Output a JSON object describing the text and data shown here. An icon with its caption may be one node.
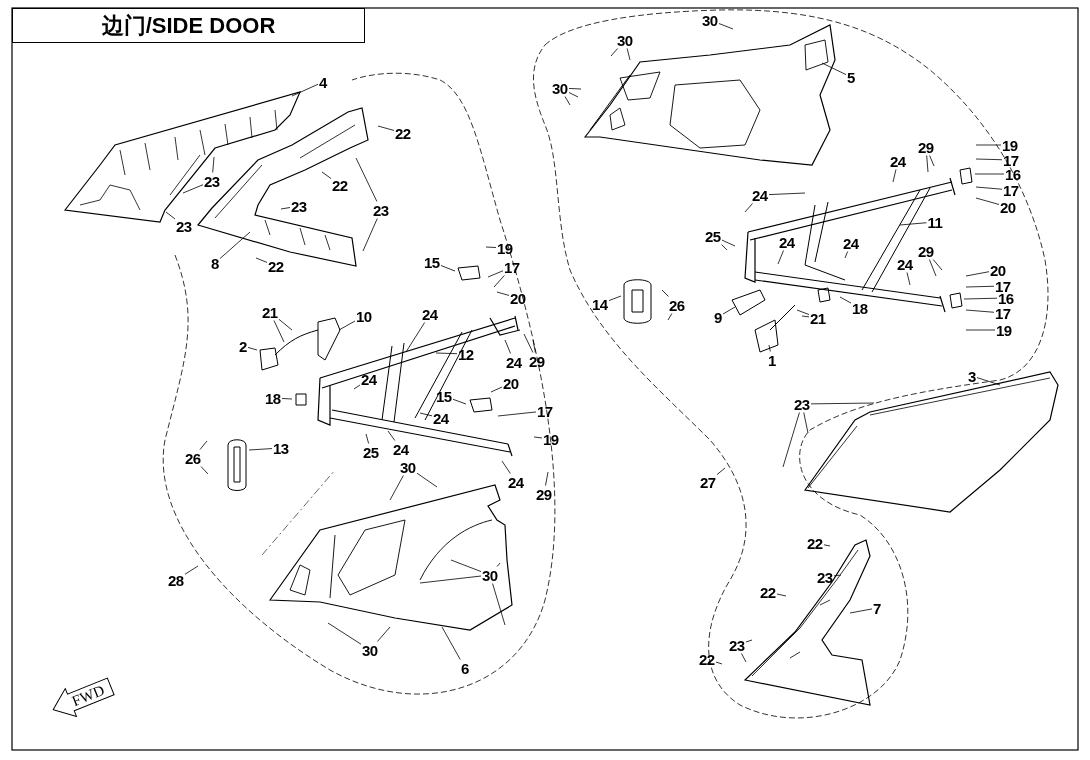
{
  "diagram": {
    "title": "边门/SIDE DOOR",
    "nodes": [
      {
        "text": [
          "4"
        ]
      },
      {
        "text": [
          "22"
        ]
      },
      {
        "text": [
          "23"
        ]
      },
      {
        "text": [
          "22"
        ]
      },
      {
        "text": [
          "23"
        ]
      },
      {
        "text": [
          "23"
        ]
      },
      {
        "text": [
          "23"
        ]
      },
      {
        "text": [
          "8"
        ]
      },
      {
        "text": [
          "22"
        ]
      },
      {
        "text": [
          "19"
        ]
      },
      {
        "text": [
          "15"
        ]
      },
      {
        "text": [
          "17"
        ]
      },
      {
        "text": [
          "20"
        ]
      },
      {
        "text": [
          "21"
        ]
      },
      {
        "text": [
          "10"
        ]
      },
      {
        "text": [
          "24"
        ]
      },
      {
        "text": [
          "2"
        ]
      },
      {
        "text": [
          "12"
        ]
      },
      {
        "text": [
          "24"
        ]
      },
      {
        "text": [
          "29"
        ]
      },
      {
        "text": [
          "24"
        ]
      },
      {
        "text": [
          "18"
        ]
      },
      {
        "text": [
          "20"
        ]
      },
      {
        "text": [
          "15"
        ]
      },
      {
        "text": [
          "17"
        ]
      },
      {
        "text": [
          "24"
        ]
      },
      {
        "text": [
          "19"
        ]
      },
      {
        "text": [
          "13"
        ]
      },
      {
        "text": [
          "26"
        ]
      },
      {
        "text": [
          "25"
        ]
      },
      {
        "text": [
          "24"
        ]
      },
      {
        "text": [
          "24"
        ]
      },
      {
        "text": [
          "29"
        ]
      },
      {
        "text": [
          "30"
        ]
      },
      {
        "text": [
          "28"
        ]
      },
      {
        "text": [
          "30"
        ]
      },
      {
        "text": [
          "30"
        ]
      },
      {
        "text": [
          "6"
        ]
      },
      {
        "text": [
          "30"
        ]
      },
      {
        "text": [
          "30"
        ]
      },
      {
        "text": [
          "5"
        ]
      },
      {
        "text": [
          "30"
        ]
      },
      {
        "text": [
          "24"
        ]
      },
      {
        "text": [
          "29"
        ]
      },
      {
        "text": [
          "19"
        ]
      },
      {
        "text": [
          "17"
        ]
      },
      {
        "text": [
          "16"
        ]
      },
      {
        "text": [
          "17"
        ]
      },
      {
        "text": [
          "20"
        ]
      },
      {
        "text": [
          "24"
        ]
      },
      {
        "text": [
          "11"
        ]
      },
      {
        "text": [
          "25"
        ]
      },
      {
        "text": [
          "24"
        ]
      },
      {
        "text": [
          "24"
        ]
      },
      {
        "text": [
          "24"
        ]
      },
      {
        "text": [
          "29"
        ]
      },
      {
        "text": [
          "20"
        ]
      },
      {
        "text": [
          "17"
        ]
      },
      {
        "text": [
          "16"
        ]
      },
      {
        "text": [
          "17"
        ]
      },
      {
        "text": [
          "19"
        ]
      },
      {
        "text": [
          "14"
        ]
      },
      {
        "text": [
          "26"
        ]
      },
      {
        "text": [
          "18"
        ]
      },
      {
        "text": [
          "9"
        ]
      },
      {
        "text": [
          "21"
        ]
      },
      {
        "text": [
          "1"
        ]
      },
      {
        "text": [
          "3"
        ]
      },
      {
        "text": [
          "23"
        ]
      },
      {
        "text": [
          "27"
        ]
      },
      {
        "text": [
          "22"
        ]
      },
      {
        "text": [
          "23"
        ]
      },
      {
        "text": [
          "22"
        ]
      },
      {
        "text": [
          "7"
        ]
      },
      {
        "text": [
          "23"
        ]
      },
      {
        "text": [
          "22"
        ]
      },
      {
        "text": [
          "FWD"
        ]
      }
    ],
    "edges": [
      {
        "from": 0,
        "to": null,
        "arrow": "none"
      },
      {
        "from": 1,
        "to": null,
        "arrow": "none"
      },
      {
        "from": 2,
        "to": null,
        "arrow": "none"
      },
      {
        "from": 2,
        "to": null,
        "arrow": "none"
      },
      {
        "from": 3,
        "to": null,
        "arrow": "none"
      },
      {
        "from": 4,
        "to": null,
        "arrow": "none"
      },
      {
        "from": 4,
        "to": null,
        "arrow": "none"
      },
      {
        "from": 5,
        "to": null,
        "arrow": "none"
      },
      {
        "from": 6,
        "to": null,
        "arrow": "none"
      },
      {
        "from": 7,
        "to": null,
        "arrow": "none"
      },
      {
        "from": 8,
        "to": null,
        "arrow": "none"
      },
      {
        "from": 9,
        "to": null,
        "arrow": "none"
      },
      {
        "from": 10,
        "to": null,
        "arrow": "none"
      },
      {
        "from": 11,
        "to": null,
        "arrow": "none"
      },
      {
        "from": 11,
        "to": null,
        "arrow": "none"
      },
      {
        "from": 12,
        "to": null,
        "arrow": "none"
      },
      {
        "from": 13,
        "to": null,
        "arrow": "none"
      },
      {
        "from": 13,
        "to": null,
        "arrow": "none"
      },
      {
        "from": 14,
        "to": null,
        "arrow": "none"
      },
      {
        "from": 15,
        "to": null,
        "arrow": "none"
      },
      {
        "from": 16,
        "to": null,
        "arrow": "none"
      },
      {
        "from": 17,
        "to": null,
        "arrow": "none"
      },
      {
        "from": 18,
        "to": null,
        "arrow": "none"
      },
      {
        "from": 19,
        "to": null,
        "arrow": "none"
      },
      {
        "from": 19,
        "to": null,
        "arrow": "none"
      },
      {
        "from": 20,
        "to": null,
        "arrow": "none"
      },
      {
        "from": 21,
        "to": null,
        "arrow": "none"
      },
      {
        "from": 22,
        "to": null,
        "arrow": "none"
      },
      {
        "from": 23,
        "to": null,
        "arrow": "none"
      },
      {
        "from": 24,
        "to": null,
        "arrow": "none"
      },
      {
        "from": 25,
        "to": null,
        "arrow": "none"
      },
      {
        "from": 26,
        "to": null,
        "arrow": "none"
      },
      {
        "from": 27,
        "to": null,
        "arrow": "none"
      },
      {
        "from": 28,
        "to": null,
        "arrow": "none"
      },
      {
        "from": 28,
        "to": null,
        "arrow": "none"
      },
      {
        "from": 29,
        "to": null,
        "arrow": "none"
      },
      {
        "from": 30,
        "to": null,
        "arrow": "none"
      },
      {
        "from": 31,
        "to": null,
        "arrow": "none"
      },
      {
        "from": 32,
        "to": null,
        "arrow": "none"
      },
      {
        "from": 33,
        "to": null,
        "arrow": "none"
      },
      {
        "from": 33,
        "to": null,
        "arrow": "none"
      },
      {
        "from": 34,
        "to": null,
        "arrow": "none"
      },
      {
        "from": 35,
        "to": null,
        "arrow": "none"
      },
      {
        "from": 35,
        "to": null,
        "arrow": "none"
      },
      {
        "from": 35,
        "to": null,
        "arrow": "none"
      },
      {
        "from": 35,
        "to": null,
        "arrow": "none"
      },
      {
        "from": 36,
        "to": null,
        "arrow": "none"
      },
      {
        "from": 36,
        "to": null,
        "arrow": "none"
      },
      {
        "from": 37,
        "to": null,
        "arrow": "none"
      },
      {
        "from": 38,
        "to": null,
        "arrow": "none"
      },
      {
        "from": 39,
        "to": null,
        "arrow": "none"
      },
      {
        "from": 39,
        "to": null,
        "arrow": "none"
      },
      {
        "from": 40,
        "to": null,
        "arrow": "none"
      },
      {
        "from": 41,
        "to": null,
        "arrow": "none"
      },
      {
        "from": 41,
        "to": null,
        "arrow": "none"
      },
      {
        "from": 41,
        "to": null,
        "arrow": "none"
      },
      {
        "from": 42,
        "to": null,
        "arrow": "none"
      },
      {
        "from": 43,
        "to": null,
        "arrow": "none"
      },
      {
        "from": 43,
        "to": null,
        "arrow": "none"
      },
      {
        "from": 44,
        "to": null,
        "arrow": "none"
      },
      {
        "from": 45,
        "to": null,
        "arrow": "none"
      },
      {
        "from": 46,
        "to": null,
        "arrow": "none"
      },
      {
        "from": 47,
        "to": null,
        "arrow": "none"
      },
      {
        "from": 48,
        "to": null,
        "arrow": "none"
      },
      {
        "from": 49,
        "to": null,
        "arrow": "none"
      },
      {
        "from": 49,
        "to": null,
        "arrow": "none"
      },
      {
        "from": 50,
        "to": null,
        "arrow": "none"
      },
      {
        "from": 51,
        "to": null,
        "arrow": "none"
      },
      {
        "from": 51,
        "to": null,
        "arrow": "none"
      },
      {
        "from": 52,
        "to": null,
        "arrow": "none"
      },
      {
        "from": 53,
        "to": null,
        "arrow": "none"
      },
      {
        "from": 54,
        "to": null,
        "arrow": "none"
      },
      {
        "from": 55,
        "to": null,
        "arrow": "none"
      },
      {
        "from": 55,
        "to": null,
        "arrow": "none"
      },
      {
        "from": 56,
        "to": null,
        "arrow": "none"
      },
      {
        "from": 57,
        "to": null,
        "arrow": "none"
      },
      {
        "from": 58,
        "to": null,
        "arrow": "none"
      },
      {
        "from": 59,
        "to": null,
        "arrow": "none"
      },
      {
        "from": 60,
        "to": null,
        "arrow": "none"
      },
      {
        "from": 61,
        "to": null,
        "arrow": "none"
      },
      {
        "from": 62,
        "to": null,
        "arrow": "none"
      },
      {
        "from": 62,
        "to": null,
        "arrow": "none"
      },
      {
        "from": 63,
        "to": null,
        "arrow": "none"
      },
      {
        "from": 64,
        "to": null,
        "arrow": "none"
      },
      {
        "from": 65,
        "to": null,
        "arrow": "none"
      },
      {
        "from": 65,
        "to": null,
        "arrow": "none"
      },
      {
        "from": 66,
        "to": null,
        "arrow": "none"
      },
      {
        "from": 67,
        "to": null,
        "arrow": "none"
      },
      {
        "from": 68,
        "to": null,
        "arrow": "none"
      },
      {
        "from": 68,
        "to": null,
        "arrow": "none"
      },
      {
        "from": 68,
        "to": null,
        "arrow": "none"
      },
      {
        "from": 69,
        "to": null,
        "arrow": "none"
      },
      {
        "from": 70,
        "to": null,
        "arrow": "none"
      },
      {
        "from": 71,
        "to": null,
        "arrow": "none"
      },
      {
        "from": 72,
        "to": null,
        "arrow": "none"
      },
      {
        "from": 73,
        "to": null,
        "arrow": "none"
      },
      {
        "from": 74,
        "to": null,
        "arrow": "none"
      },
      {
        "from": 74,
        "to": null,
        "arrow": "none"
      },
      {
        "from": 75,
        "to": null,
        "arrow": "none"
      }
    ]
  }
}
